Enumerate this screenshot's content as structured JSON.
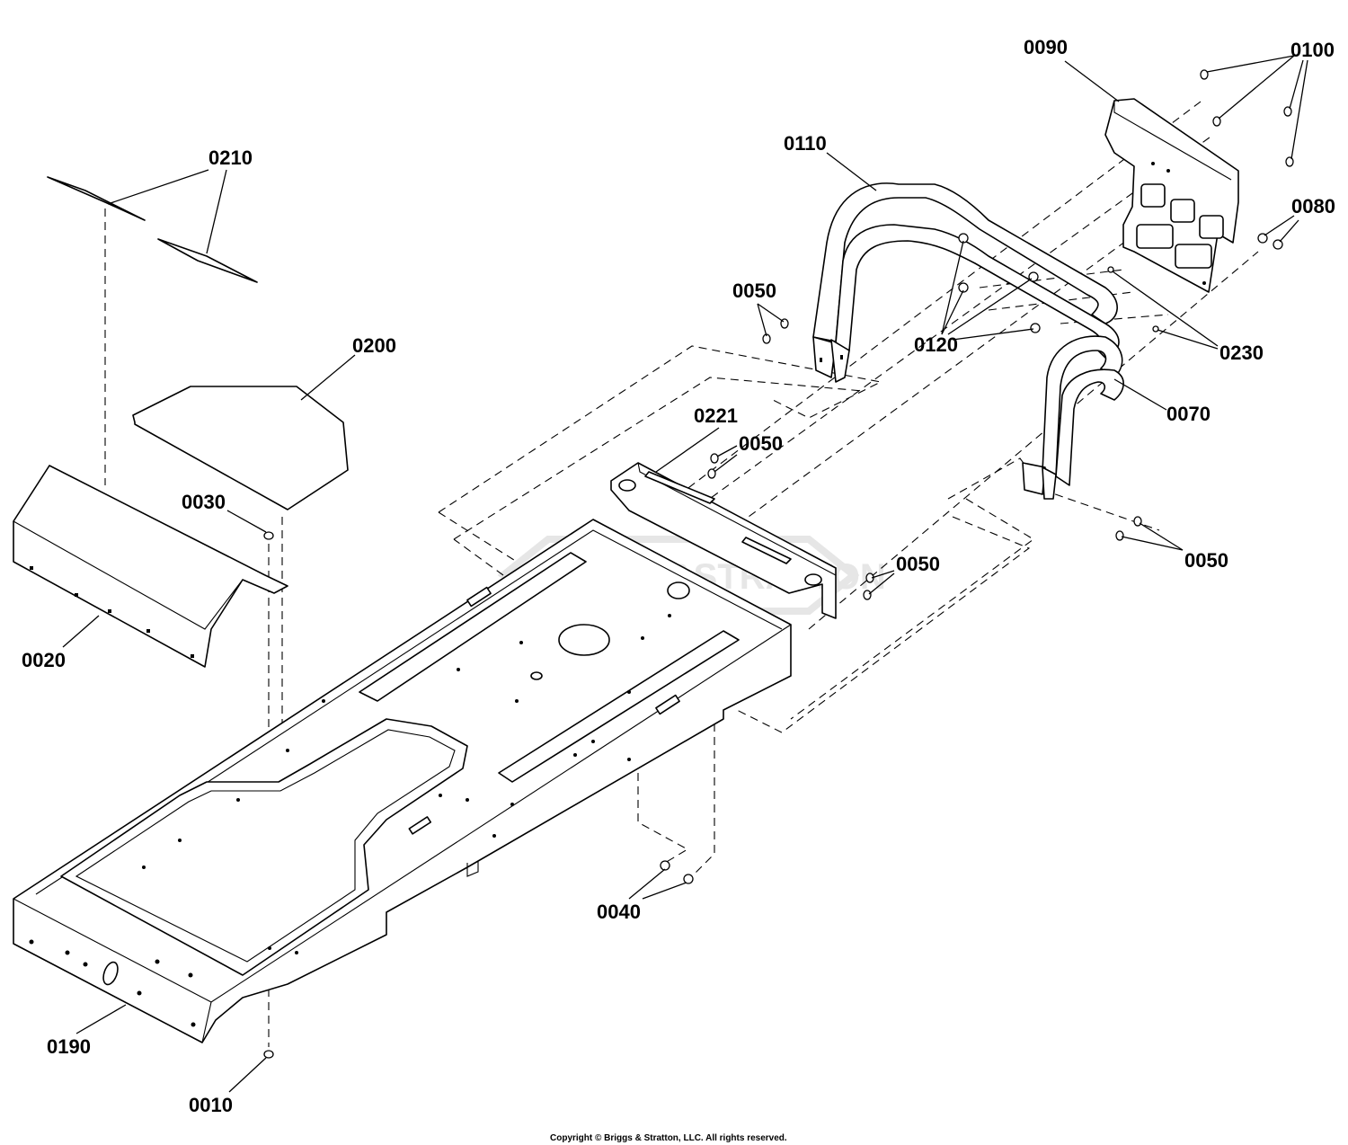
{
  "callouts": {
    "c0210": "0210",
    "c0200": "0200",
    "c0030": "0030",
    "c0020": "0020",
    "c0190": "0190",
    "c0010": "0010",
    "c0040": "0040",
    "c0221": "0221",
    "c0050a": "0050",
    "c0050b": "0050",
    "c0050c": "0050",
    "c0050d": "0050",
    "c0110": "0110",
    "c0090": "0090",
    "c0100": "0100",
    "c0080": "0080",
    "c0120": "0120",
    "c0230": "0230",
    "c0070": "0070"
  },
  "watermark": "BRIGGS&STRATTON",
  "copyright": "Copyright © Briggs & Stratton, LLC. All rights reserved."
}
